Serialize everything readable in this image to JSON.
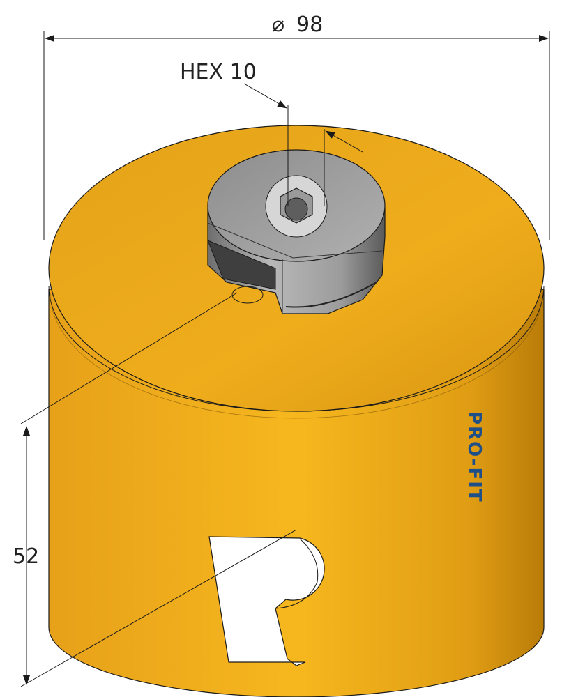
{
  "dimensions": {
    "diameter_symbol": "⌀",
    "diameter_value": "98",
    "hex_label": "HEX 10",
    "height_value": "52"
  },
  "brand": {
    "name": "PRO-FIT"
  },
  "colors": {
    "body": "#e8a61a",
    "body_light": "#f5b820",
    "body_dark": "#c9870c",
    "top_face": "#ecaa1a",
    "adapter": "#a3a3a3",
    "adapter_dark": "#5f5f5f",
    "brand": "#1f4f88",
    "line": "#1a1a1a"
  }
}
